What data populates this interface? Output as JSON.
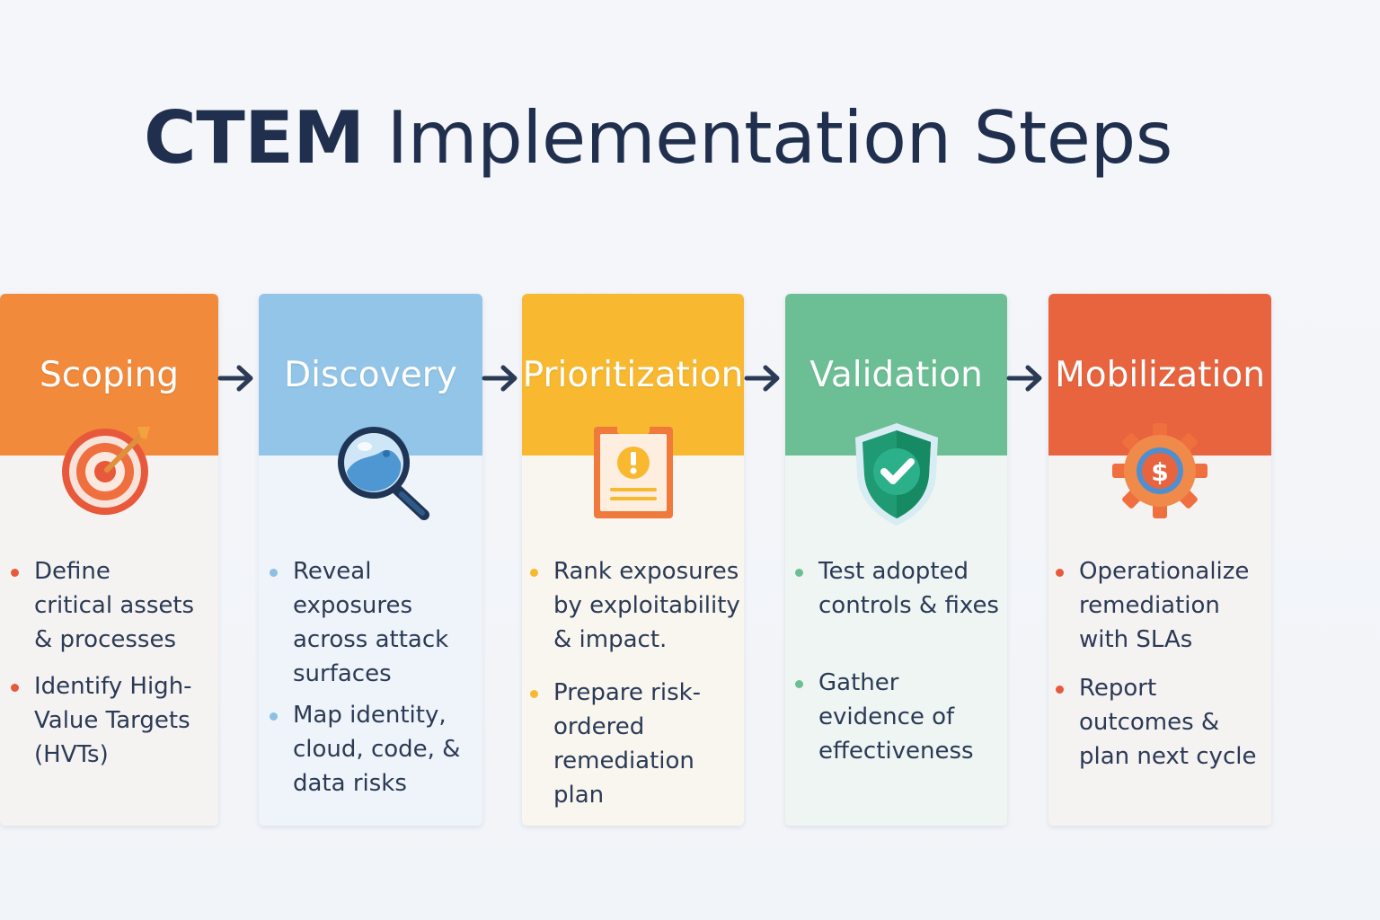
{
  "title": {
    "strong": "CTEM",
    "light": " Implementation Steps"
  },
  "steps": [
    {
      "label": "Scoping",
      "color": "#f28a3c",
      "body_color": "#f5f3f2",
      "dot_color": "#e8593c",
      "icon": "target-icon",
      "bullets": [
        {
          "text": "Define\ncritical assets\n& processes"
        },
        {
          "text": "Identify High-\nValue Targets\n(HVTs)"
        }
      ]
    },
    {
      "label": "Discovery",
      "color": "#92c5e8",
      "body_color": "#eef4f9",
      "dot_color": "#8dbfe3",
      "icon": "magnifier-icon",
      "bullets": [
        {
          "text": "Reveal\nexposures\nacross attack\nsurfaces"
        },
        {
          "text": "Map identity,\ncloud, code, &\ndata risks"
        }
      ]
    },
    {
      "label": "Prioritization",
      "color": "#f8b930",
      "body_color": "#f8f6ef",
      "dot_color": "#f8b930",
      "icon": "clipboard-alert-icon",
      "bullets": [
        {
          "text": "Rank exposures\nby exploitability\n& impact."
        },
        {
          "text": "Prepare risk-\nordered\nremediation plan"
        }
      ]
    },
    {
      "label": "Validation",
      "color": "#6cbf95",
      "body_color": "#eef5f3",
      "dot_color": "#6cbf95",
      "icon": "shield-check-icon",
      "bullets": [
        {
          "text": "Test adopted\ncontrols & fixes"
        },
        {
          "text": "Gather\nevidence of\neffectiveness"
        }
      ]
    },
    {
      "label": "Mobilization",
      "color": "#e8643f",
      "body_color": "#f5f2f2",
      "dot_color": "#e8593c",
      "icon": "gear-dollar-icon",
      "bullets": [
        {
          "text": "Operationalize\nremediation\nwith SLAs"
        },
        {
          "text": "Report\noutcomes &\nplan next cycle"
        }
      ]
    }
  ],
  "arrows": [
    {
      "icon": "arrow-right-icon"
    },
    {
      "icon": "arrow-right-icon"
    },
    {
      "icon": "arrow-right-icon"
    },
    {
      "icon": "arrow-right-icon"
    }
  ]
}
